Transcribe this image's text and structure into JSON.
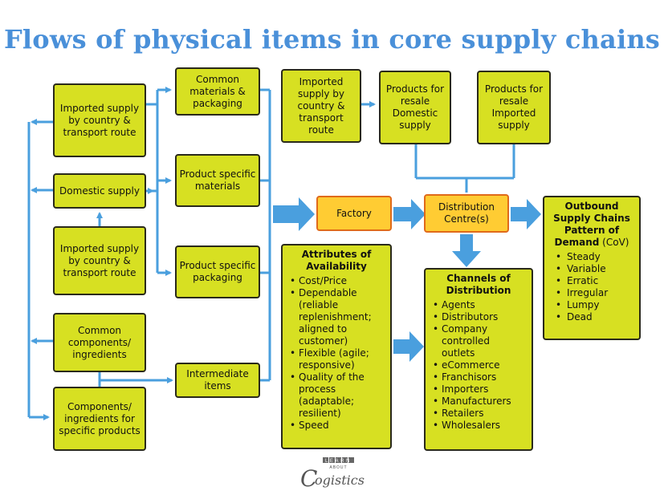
{
  "title": "Flows of physical items in core supply chains",
  "colors": {
    "box_fill": "#d7e022",
    "box_border": "#2a2a1a",
    "orange_fill": "#ffcc33",
    "orange_border": "#e06a1a",
    "arrow": "#4a9fde",
    "title": "#4a90d9"
  },
  "boxes": {
    "imported_supply_1": "Imported supply by country & transport route",
    "domestic_supply": "Domestic supply",
    "imported_supply_2": "Imported supply by country & transport route",
    "common_components": "Common components/ ingredients",
    "components_specific": "Components/ ingredients for specific products",
    "common_materials": "Common materials & packaging",
    "product_materials": "Product specific materials",
    "product_packaging": "Product specific packaging",
    "intermediate_items": "Intermediate items",
    "imported_supply_3": "Imported supply by country & transport route",
    "products_resale_domestic": "Products for resale Domestic supply",
    "products_resale_imported": "Products for resale Imported supply",
    "factory": "Factory",
    "distribution_centre": "Distribution Centre(s)"
  },
  "attributes": {
    "title": "Attributes of Availability",
    "items": [
      "Cost/Price",
      "Dependable (reliable replenishment; aligned to customer)",
      "Flexible (agile; responsive)",
      "Quality of the process (adaptable; resilient)",
      "Speed"
    ]
  },
  "channels": {
    "title": "Channels of Distribution",
    "items": [
      "Agents",
      "Distributors",
      "Company controlled outlets",
      "eCommerce",
      "Franchisors",
      "Importers",
      "Manufacturers",
      "Retailers",
      "Wholesalers"
    ]
  },
  "outbound": {
    "title": "Outbound Supply Chains Pattern of Demand",
    "suffix": " (CoV)",
    "items": [
      "Steady",
      "Variable",
      "Erratic",
      "Irregular",
      "Lumpy",
      "Dead"
    ]
  },
  "logo": {
    "top": "LEARN",
    "mid": "ABOUT",
    "main": "ogistics"
  }
}
